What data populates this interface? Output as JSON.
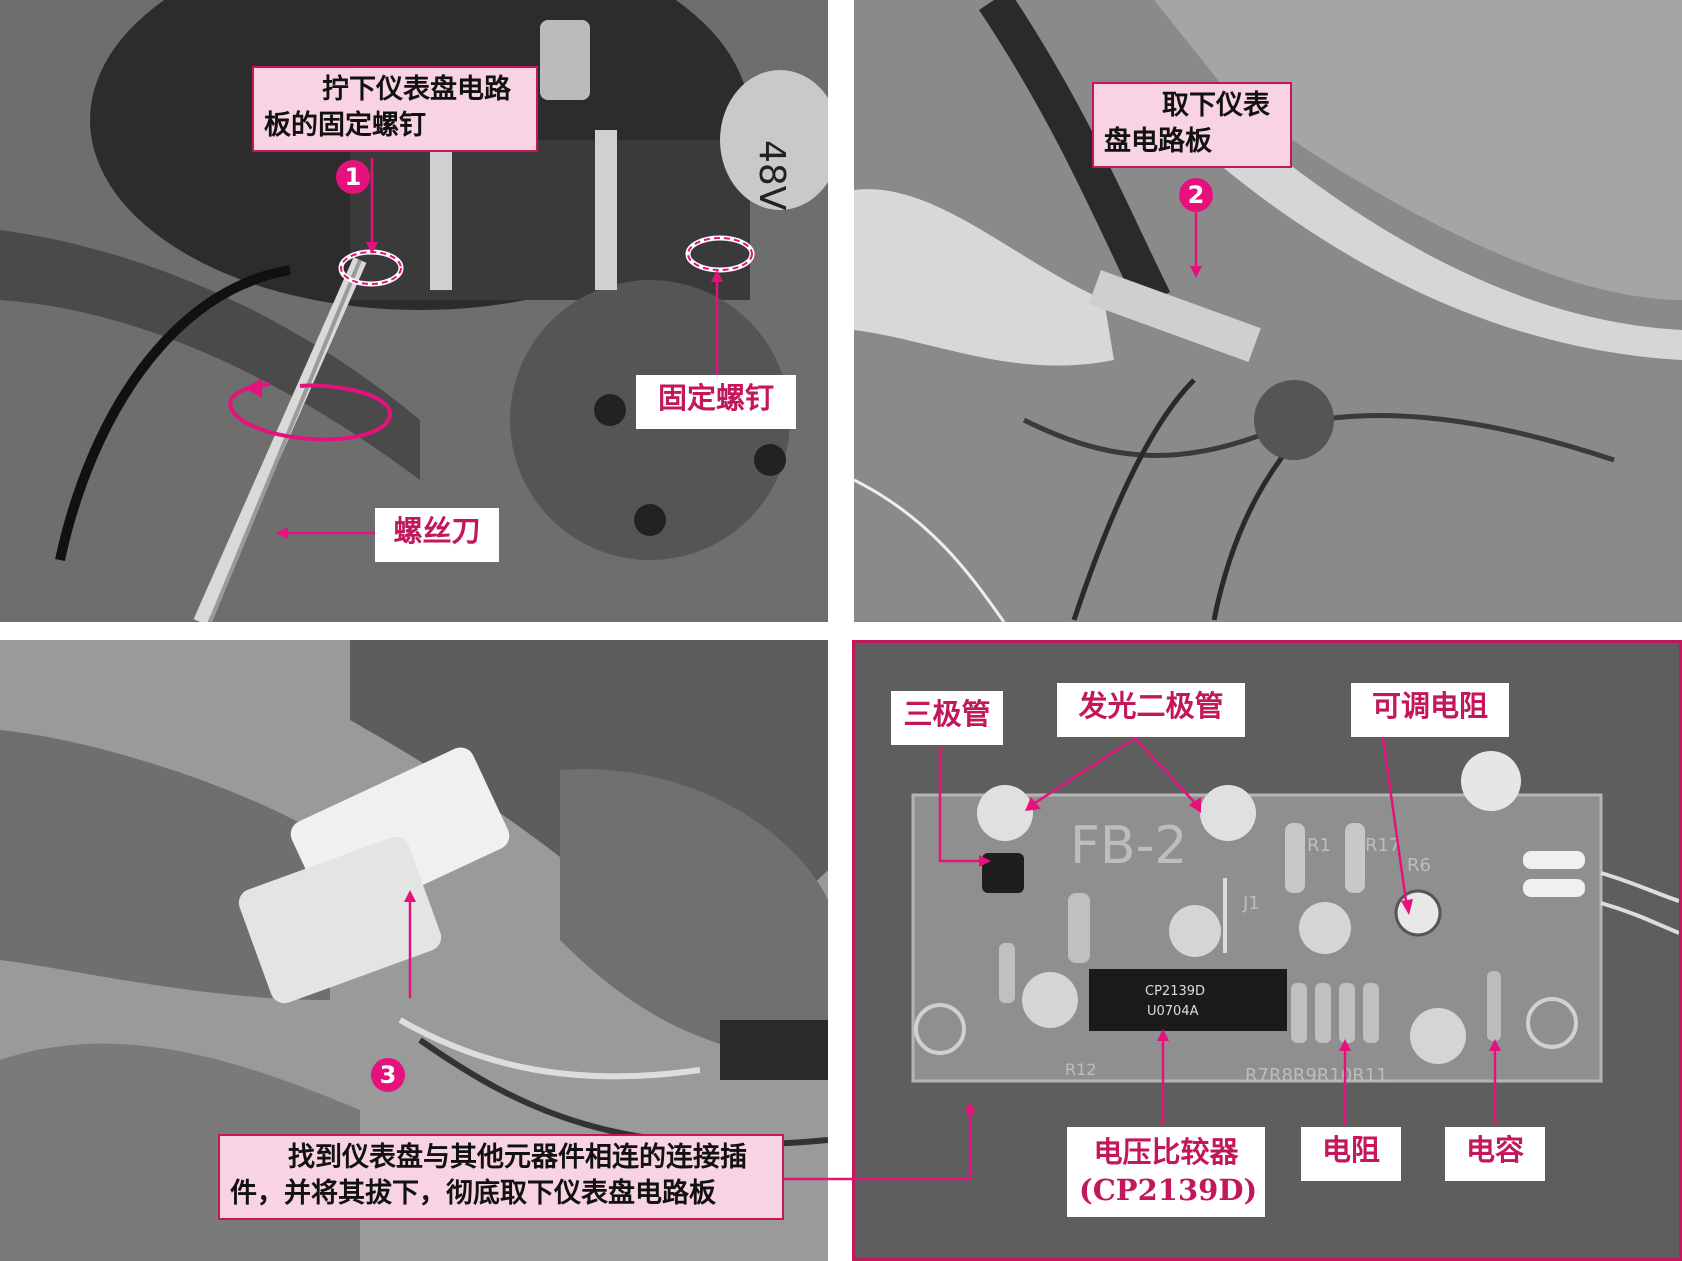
{
  "panel1": {
    "callout": "拧下仪表盘电路板的固定螺钉",
    "step": "1",
    "tag_screw": "固定螺钉",
    "tag_screwdriver": "螺丝刀",
    "board_text": "48V"
  },
  "panel2": {
    "callout": "取下仪表盘电路板",
    "step": "2"
  },
  "panel3": {
    "callout": "找到仪表盘与其他元器件相连的连接插件，并将其拔下，彻底取下仪表盘电路板",
    "step": "3"
  },
  "panel4": {
    "board_text": "FB-2",
    "ic_text_line1": "CP2139D",
    "ic_text_line2": "U0704A",
    "silk_r1": "R1",
    "silk_r17": "R17",
    "silk_r6": "R6",
    "silk_j1": "J1",
    "silk_r12": "R12",
    "silk_bottom": "R7R8R9R10R11",
    "tags": {
      "triode": "三极管",
      "led": "发光二极管",
      "pot": "可调电阻",
      "comparator_line1": "电压比较器",
      "comparator_line2": "(CP2139D)",
      "resistor": "电阻",
      "capacitor": "电容"
    }
  },
  "colors": {
    "accent": "#c2185b",
    "label_bg": "#f8d3e3",
    "step": "#e5127d"
  }
}
